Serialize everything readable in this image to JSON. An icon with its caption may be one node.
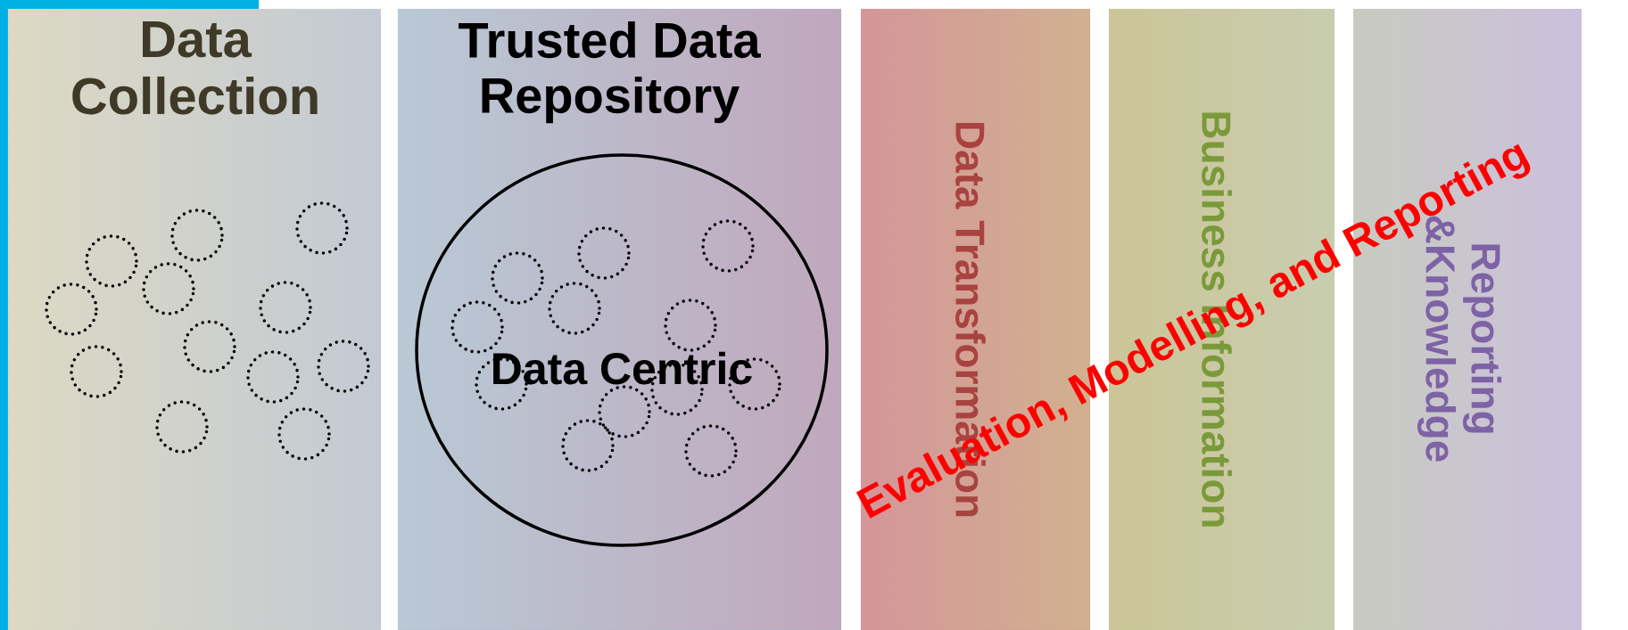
{
  "diagram": {
    "nodes": [
      {
        "text": [
          "Data Collection"
        ]
      },
      {
        "text": [],
        "shape": "circle",
        "in": 0
      },
      {
        "text": [],
        "shape": "circle",
        "in": 0
      },
      {
        "text": [],
        "shape": "circle",
        "in": 0
      },
      {
        "text": [],
        "shape": "circle",
        "in": 0
      },
      {
        "text": [],
        "shape": "circle",
        "in": 0
      },
      {
        "text": [],
        "shape": "circle",
        "in": 0
      },
      {
        "text": [],
        "shape": "circle",
        "in": 0
      },
      {
        "text": [],
        "shape": "circle",
        "in": 0
      },
      {
        "text": [],
        "shape": "circle",
        "in": 0
      },
      {
        "text": [],
        "shape": "circle",
        "in": 0
      },
      {
        "text": [],
        "shape": "circle",
        "in": 0
      },
      {
        "text": [],
        "shape": "circle",
        "in": 0
      },
      {
        "text": [
          "Trusted Data Repository"
        ]
      },
      {
        "text": [
          "Data Centric"
        ],
        "in": 13
      },
      {
        "text": [],
        "shape": "circle",
        "in": 14
      },
      {
        "text": [],
        "shape": "circle",
        "in": 14
      },
      {
        "text": [],
        "shape": "circle",
        "in": 14
      },
      {
        "text": [],
        "shape": "circle",
        "in": 14
      },
      {
        "text": [],
        "shape": "circle",
        "in": 14
      },
      {
        "text": [],
        "shape": "circle",
        "in": 14
      },
      {
        "text": [],
        "shape": "circle",
        "in": 14
      },
      {
        "text": [],
        "shape": "circle",
        "in": 14
      },
      {
        "text": [],
        "shape": "circle",
        "in": 14
      },
      {
        "text": [],
        "shape": "circle",
        "in": 14
      },
      {
        "text": [],
        "shape": "circle",
        "in": 14
      },
      {
        "text": [],
        "shape": "circle",
        "in": 14
      },
      {
        "text": [
          "Data Transformation"
        ]
      },
      {
        "text": [
          "Business Information"
        ]
      },
      {
        "text": [
          "Reporting &Knowledge"
        ]
      }
    ],
    "labels": [
      "Evaluation, Modelling, and Reporting"
    ]
  }
}
